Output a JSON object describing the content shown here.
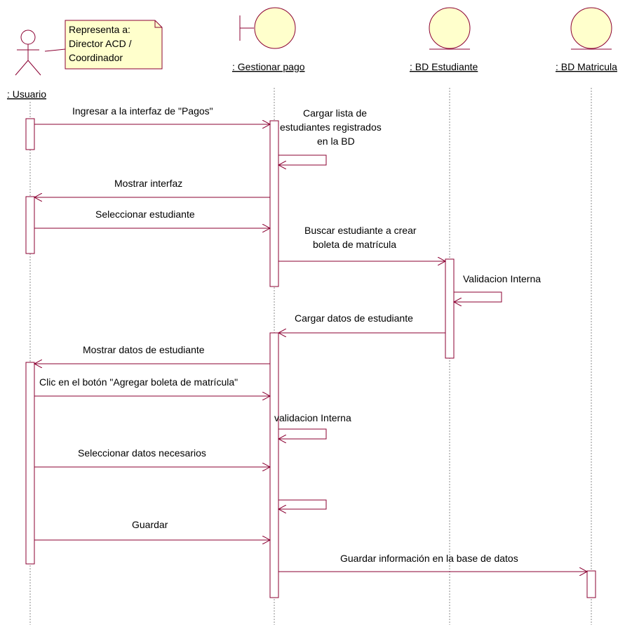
{
  "note": {
    "lines": [
      "Representa a:",
      "Director ACD /",
      "Coordinador"
    ]
  },
  "objects": {
    "usuario": ": Usuario",
    "gestionar": ": Gestionar pago",
    "bd_estudiante": ": BD Estudiante",
    "bd_matricula": ": BD Matricula"
  },
  "messages": {
    "m1": "Ingresar a la interfaz de \"Pagos\"",
    "m2": [
      "Cargar lista de",
      "estudiantes registrados",
      "en la BD"
    ],
    "m3": "Mostrar interfaz",
    "m4": "Seleccionar estudiante",
    "m5": [
      "Buscar estudiante a crear",
      "boleta de matrícula"
    ],
    "m6": "Validacion Interna",
    "m7": "Cargar datos de estudiante",
    "m8": "Mostrar datos de estudiante",
    "m9": "Clic en el botón \"Agregar boleta de matrícula\"",
    "m10": "validacion Interna",
    "m11": "Seleccionar datos necesarios",
    "m12": "Guardar",
    "m13": "Guardar información en la base de datos"
  },
  "colors": {
    "line": "#8b0032",
    "note_fill": "#ffffcc",
    "entity_fill": "#ffffcc",
    "lifeline": "#8b8b8b"
  }
}
